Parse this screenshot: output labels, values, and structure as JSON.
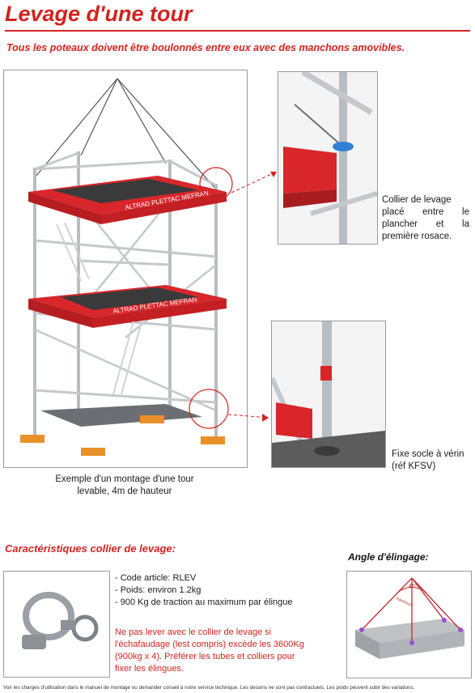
{
  "page": {
    "title": "Levage d'une tour",
    "subtitle": "Tous les poteaux doivent être boulonnés entre eux avec des manchons amovibles."
  },
  "main_figure": {
    "caption_line1": "Exemple d'un montage d'une tour",
    "caption_line2": "levable, 4m de hauteur",
    "deck_brand_label": "ALTRAD PLETTAC MEFRAN",
    "colors": {
      "deck": "#d8262a",
      "tube": "#b9bcc0",
      "base": "#e8912a"
    }
  },
  "detail_top": {
    "callout": [
      "Collier de levage",
      "placé entre le",
      "plancher et la",
      "première rosace."
    ]
  },
  "detail_bottom": {
    "callout": [
      "Fixe socle à vérin",
      "(réf KFSV)"
    ]
  },
  "specs": {
    "section_title": "Caractéristiques collier de levage:",
    "items": [
      "- Code article: RLEV",
      "- Poids: environ 1.2kg",
      "- 900 Kg de traction au maximum par élingue"
    ],
    "warning": [
      "Ne pas lever avec le collier de levage si",
      "l'échafaudage (lest compris) excède les 3600Kg",
      "(900kg x 4). Préférer les tubes et colliers pour",
      "fixer les élingues."
    ]
  },
  "sling_angle": {
    "title": "Angle d'élingage:",
    "angle_label": "45°",
    "angle_sub": "maximum"
  },
  "footer": {
    "text": "Voir les charges d'utilisation dans le manuel de montage ou demander conseil à notre service technique. Les dessins ne sont pas contractuels. Les poids peuvent subir des variations."
  }
}
